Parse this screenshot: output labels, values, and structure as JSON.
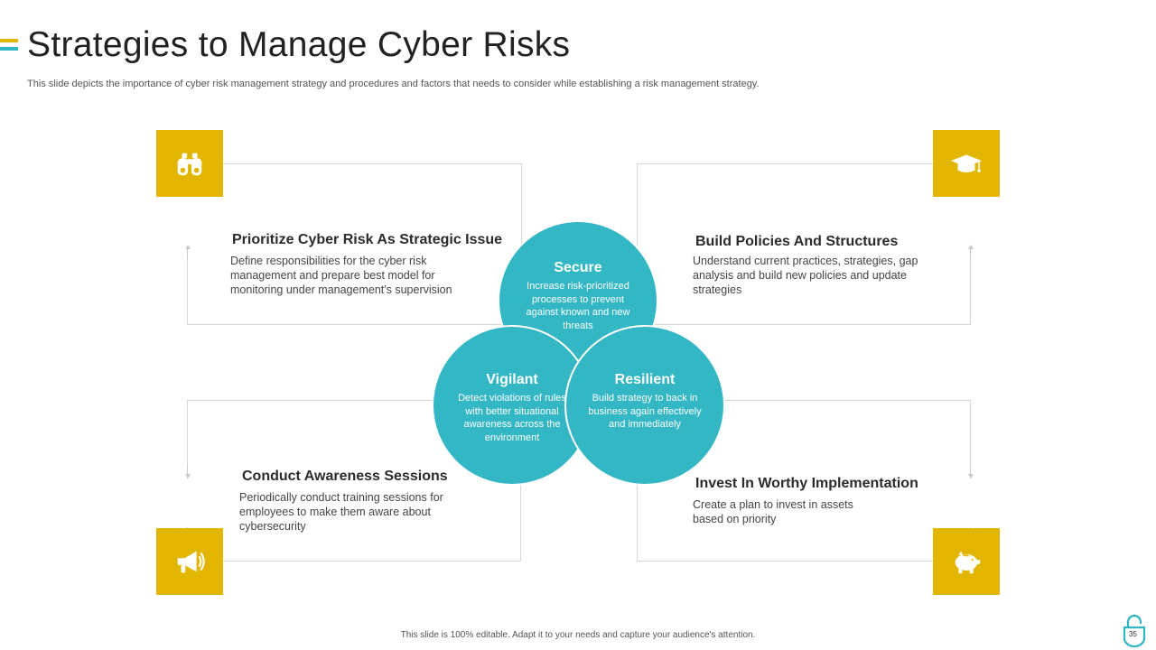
{
  "colors": {
    "accent_yellow": "#E2B600",
    "accent_teal": "#2FB5C3",
    "circle_teal": "#33B7C5",
    "frame_gray": "#D6D6D6"
  },
  "header": {
    "title": "Strategies to Manage Cyber Risks",
    "subtitle": "This slide depicts the importance of cyber risk management strategy and procedures and factors that needs to consider while establishing a risk management strategy."
  },
  "blocks": {
    "top_left": {
      "icon": "binoculars-icon",
      "title": "Prioritize Cyber Risk As Strategic Issue",
      "desc": "Define responsibilities for the cyber risk management and prepare best model for monitoring under management's supervision"
    },
    "top_right": {
      "icon": "graduation-cap-icon",
      "title": "Build Policies And Structures",
      "desc": "Understand current practices, strategies, gap analysis and build new policies and update strategies"
    },
    "bottom_left": {
      "icon": "megaphone-icon",
      "title": "Conduct Awareness Sessions",
      "desc": "Periodically conduct training sessions for employees to make them aware about cybersecurity"
    },
    "bottom_right": {
      "icon": "piggy-bank-icon",
      "title": "Invest In Worthy Implementation",
      "desc": "Create a plan to invest in assets based on priority"
    }
  },
  "circles": {
    "secure": {
      "title": "Secure",
      "desc": "Increase risk-prioritized processes to prevent against known and new threats"
    },
    "vigilant": {
      "title": "Vigilant",
      "desc": "Detect violations of rules with better situational awareness across the environment"
    },
    "resilient": {
      "title": "Resilient",
      "desc": "Build strategy to back in business again effectively and immediately"
    }
  },
  "footer": {
    "note": "This slide is 100% editable. Adapt it to your needs and capture your audience's attention.",
    "page_number": "35"
  }
}
